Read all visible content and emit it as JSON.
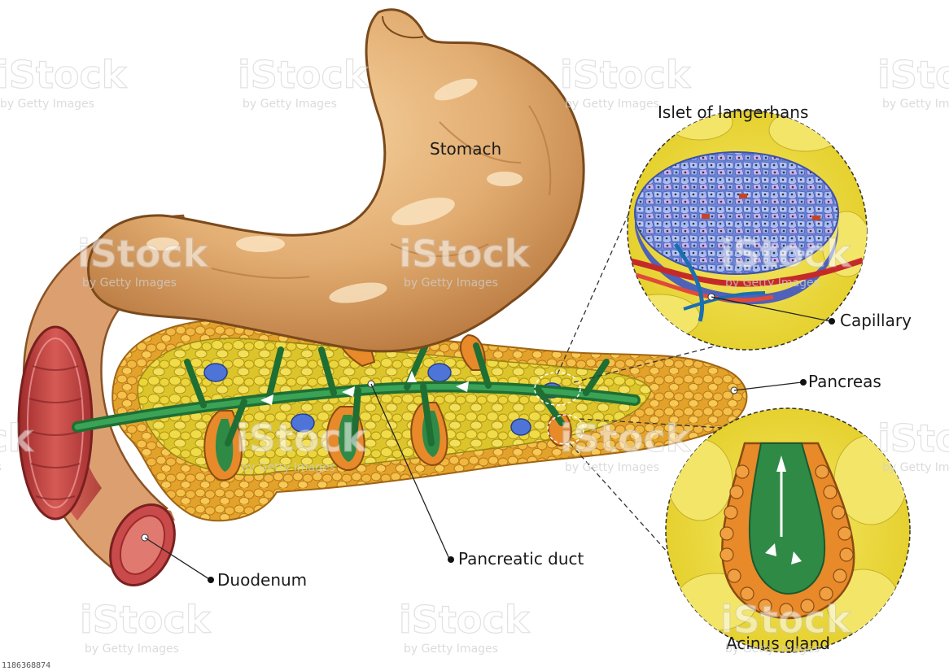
{
  "labels": {
    "stomach": "Stomach",
    "islet": "Islet of langerhans",
    "capillary": "Capillary",
    "pancreas": "Pancreas",
    "pancreatic_duct": "Pancreatic duct",
    "duodenum": "Duodenum",
    "acinus": "Acinus gland"
  },
  "watermark": {
    "brand": "iStock",
    "credit": "by Getty Images"
  },
  "stock_id": "1186368874",
  "colors": {
    "stomach": "#e8b47c",
    "pancreas": "#e6cf2c",
    "duct": "#1f7a3a",
    "duodenum_inner": "#c84a4a",
    "islet": "#8fa8ee",
    "acinus_cell": "#e8892a"
  }
}
